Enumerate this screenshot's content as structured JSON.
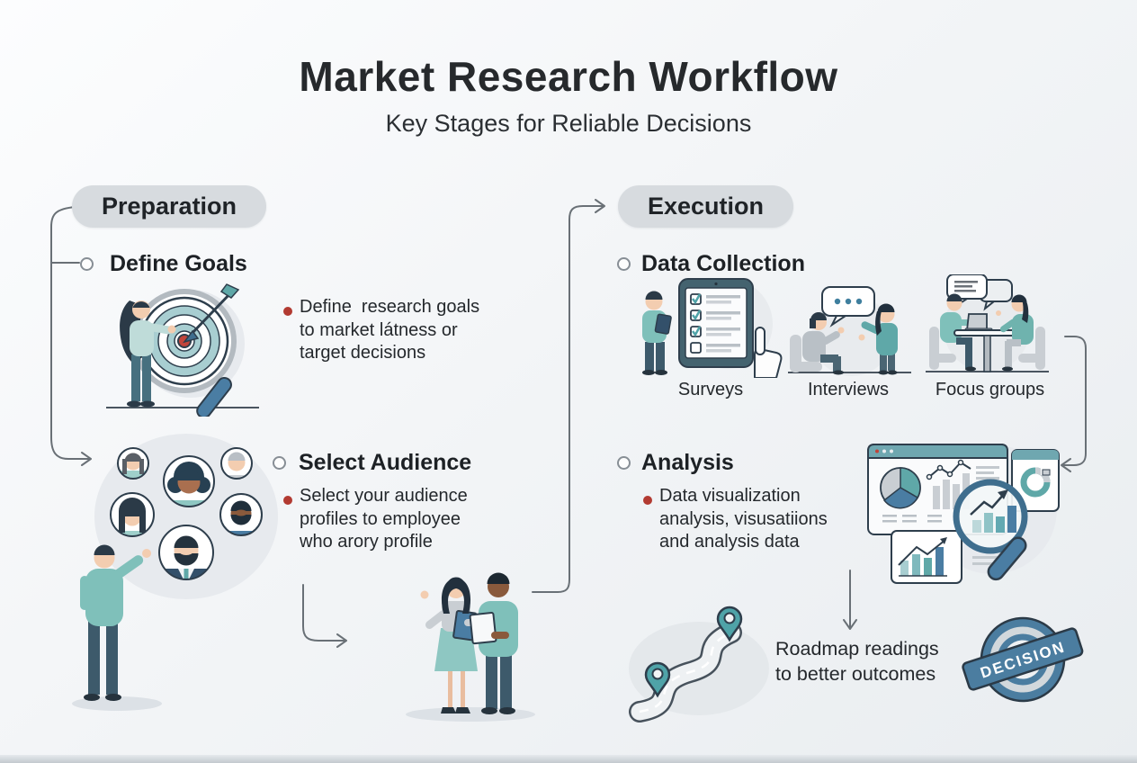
{
  "header": {
    "title": "Market Research Workflow",
    "subtitle": "Key Stages for Reliable Decisions"
  },
  "preparation": {
    "label": "Preparation",
    "define_goals": {
      "heading": "Define Goals",
      "lines": [
        "Define  research goals",
        "to market látness or",
        "target decisions"
      ]
    },
    "select_audience": {
      "heading": "Select Audience",
      "lines": [
        "Select your audience",
        "profiles to employee",
        "who arory profile"
      ]
    }
  },
  "execution": {
    "label": "Execution",
    "data_collection": {
      "heading": "Data Collection",
      "methods": [
        "Surveys",
        "Interviews",
        "Focus groups"
      ]
    },
    "analysis": {
      "heading": "Analysis",
      "lines": [
        "Data visualization",
        "analysis, visusatiions",
        "and analysis data"
      ]
    }
  },
  "outcome": {
    "caption_lines": [
      "Roadmap readings",
      "to better outcomes"
    ],
    "stamp_label": "DECISION"
  },
  "colors": {
    "accent_teal": "#5fa8a8",
    "steel_blue": "#4a7da3",
    "bullet_red": "#b23a31",
    "pill_bg": "#d7dbdf",
    "text_dark": "#24282c",
    "connector_gray": "#697076"
  }
}
